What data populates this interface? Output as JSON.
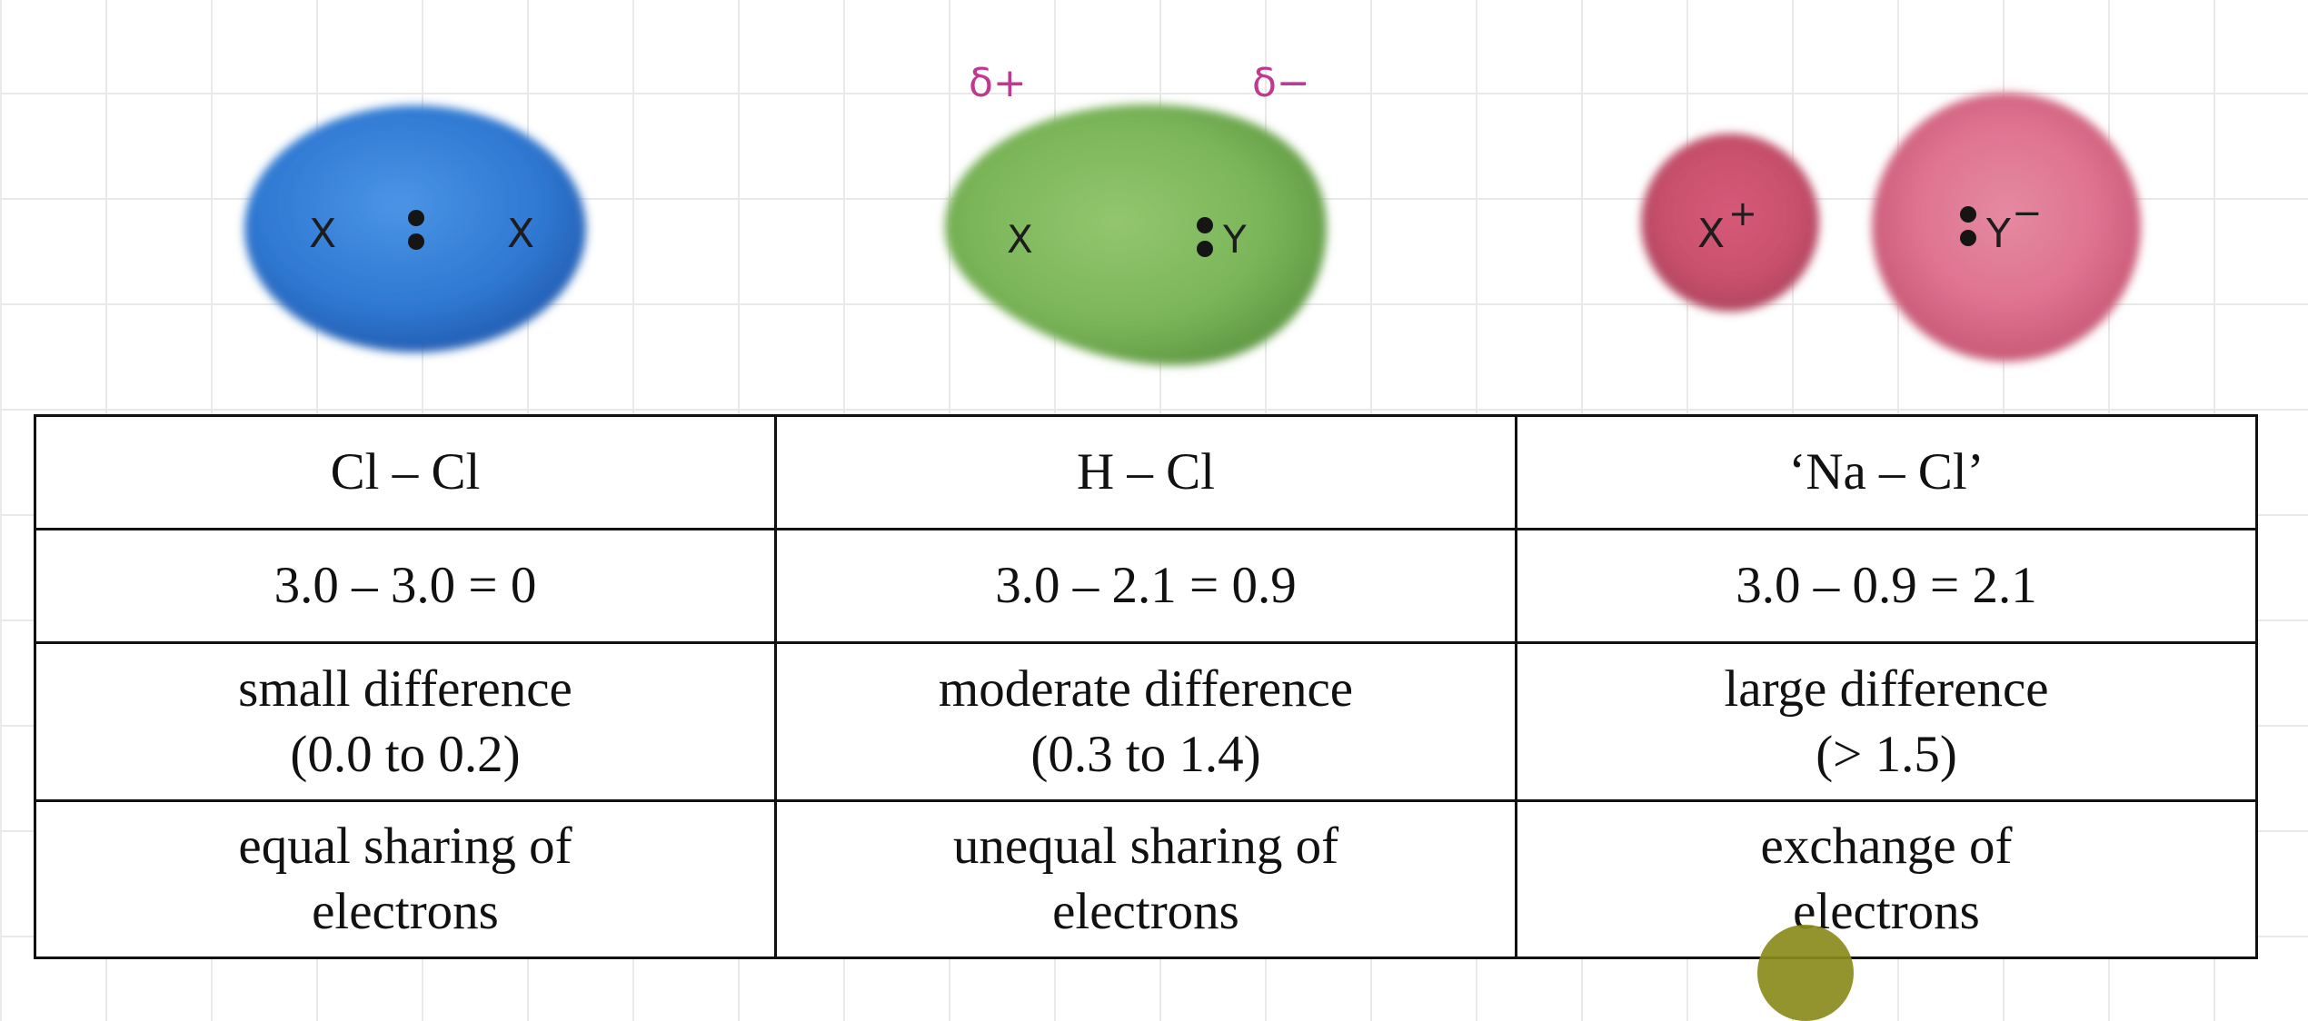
{
  "illustrations": {
    "nonpolar": {
      "left_atom": "X",
      "right_atom": "X",
      "cloud_color": "#2f78d2"
    },
    "polar": {
      "left_atom": "X",
      "right_atom": "Y",
      "partial_positive": "δ+",
      "partial_negative": "δ−",
      "cloud_color": "#79b357",
      "label_color": "#c0388f"
    },
    "ionic": {
      "cation": "X",
      "cation_charge": "+",
      "anion": "Y",
      "anion_charge": "−",
      "cloud_color": "#d65a78"
    }
  },
  "table": {
    "bonds": [
      "Cl – Cl",
      "H – Cl",
      "‘Na – Cl’"
    ],
    "calculations": [
      "3.0 – 3.0 = 0",
      "3.0 – 2.1 = 0.9",
      "3.0 – 0.9 = 2.1"
    ],
    "difference": [
      {
        "line1": "small difference",
        "line2": "(0.0 to 0.2)"
      },
      {
        "line1": "moderate difference",
        "line2": "(0.3 to 1.4)"
      },
      {
        "line1": "large difference",
        "line2": "(> 1.5)"
      }
    ],
    "sharing": [
      {
        "line1": "equal sharing of",
        "line2": "electrons"
      },
      {
        "line1": "unequal sharing of",
        "line2": "electrons"
      },
      {
        "line1": "exchange of",
        "line2": "electrons"
      }
    ]
  },
  "colors": {
    "grid": "#e9e9e9",
    "border": "#111111",
    "cursor_blob": "#8b8b1d"
  }
}
